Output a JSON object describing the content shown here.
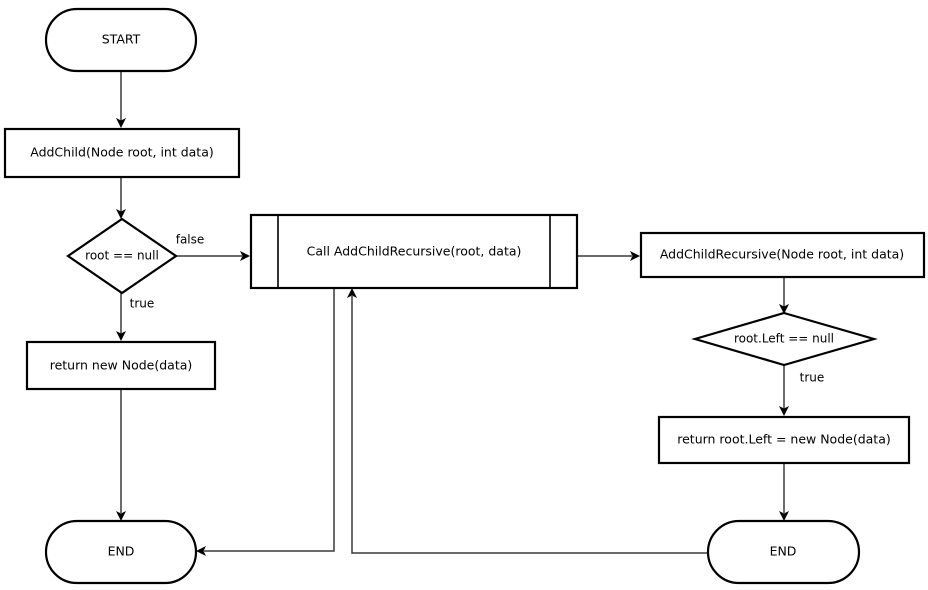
{
  "diagram": {
    "title": "AddChild recursion flowchart",
    "background_color": "#ffffff",
    "shape_stroke_color": "#000000",
    "edge_stroke_color": "#3a3a3a",
    "nodes": {
      "start_terminal": {
        "label": "START",
        "shape": "terminator"
      },
      "addchild_process": {
        "label": "AddChild(Node root, int data)",
        "shape": "process"
      },
      "root_null_decision": {
        "label": "root == null",
        "shape": "decision"
      },
      "return_new_node": {
        "label": "return new Node(data)",
        "shape": "process"
      },
      "call_recursive_subroutine": {
        "label": "Call AddChildRecursive(root, data)",
        "shape": "predefined-process"
      },
      "addchildrecursive_process": {
        "label": "AddChildRecursive(Node root, int data)",
        "shape": "process"
      },
      "rootleft_null_decision": {
        "label": "root.Left == null",
        "shape": "decision"
      },
      "return_rootleft_new_node": {
        "label": "return root.Left = new Node(data)",
        "shape": "process"
      },
      "end_terminal_left": {
        "label": "END",
        "shape": "terminator"
      },
      "end_terminal_right": {
        "label": "END",
        "shape": "terminator"
      }
    },
    "edge_labels": {
      "root_null_false": "false",
      "root_null_true": "true",
      "rootleft_null_true": "true"
    }
  }
}
